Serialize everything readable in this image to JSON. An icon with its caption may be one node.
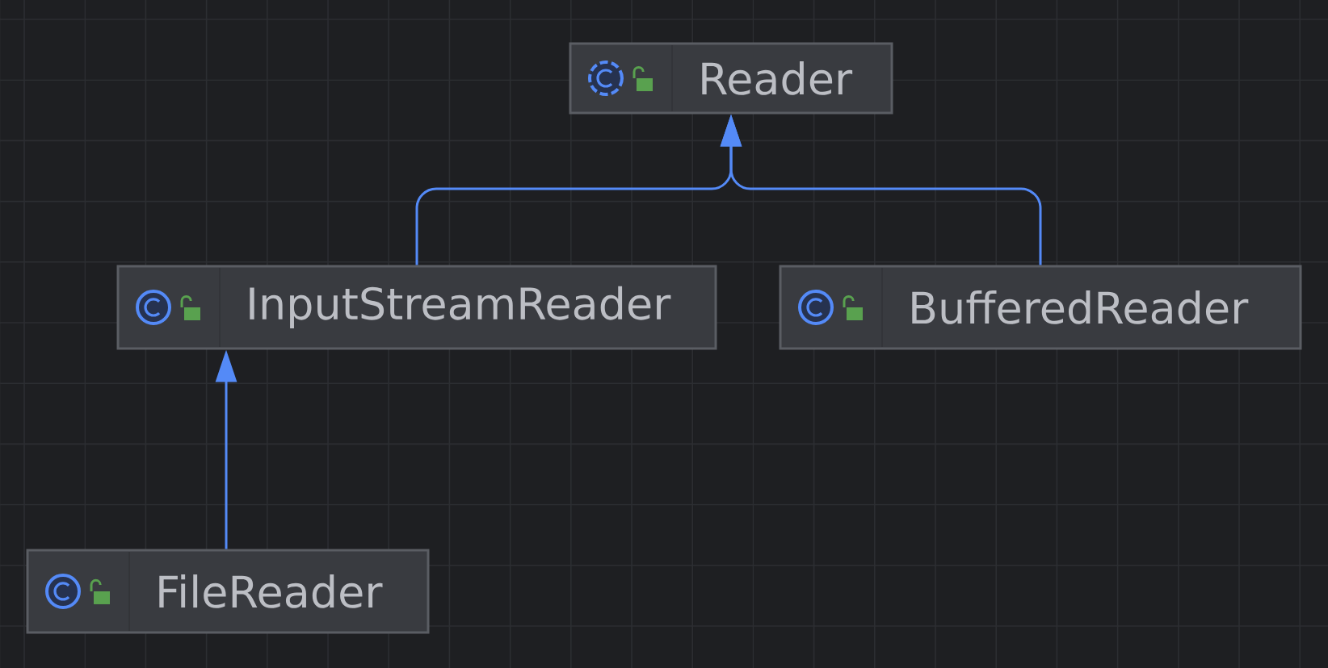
{
  "diagram": {
    "nodes": [
      {
        "text": [
          "Reader"
        ]
      },
      {
        "text": [
          "InputStreamReader"
        ]
      },
      {
        "text": [
          "BufferedReader"
        ]
      },
      {
        "text": [
          "FileReader"
        ]
      }
    ],
    "edges": [
      {
        "from": 1,
        "to": 0,
        "arrow": "to"
      },
      {
        "from": 2,
        "to": 0,
        "arrow": "to"
      },
      {
        "from": 3,
        "to": 1,
        "arrow": "to"
      }
    ]
  }
}
